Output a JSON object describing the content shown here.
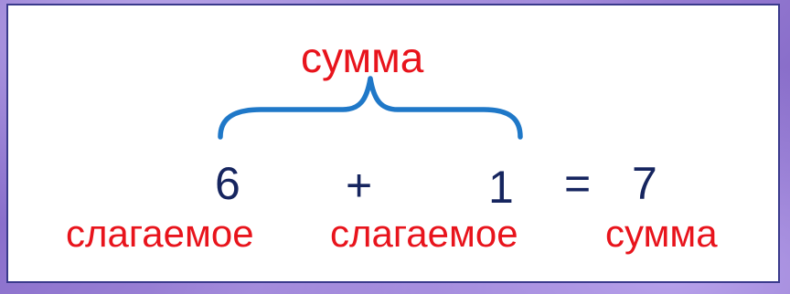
{
  "diagram": {
    "top_label": "сумма",
    "equation": {
      "term1": "6",
      "plus": "+",
      "term2": "1",
      "equals": "=",
      "result": "7"
    },
    "labels": {
      "term1": "слагаемое",
      "term2": "слагаемое",
      "result": "сумма"
    }
  },
  "colors": {
    "label_text": "#e8141c",
    "equation_text": "#16255f",
    "brace": "#1f78c8",
    "panel_border": "#3a3a8c",
    "background": "#8a6fc9"
  }
}
